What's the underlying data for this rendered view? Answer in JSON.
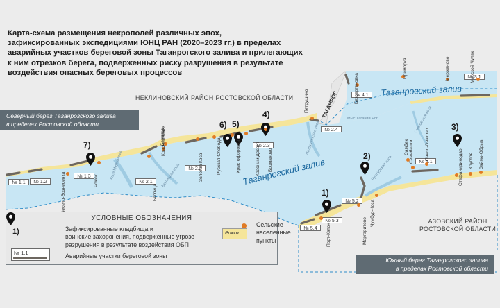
{
  "title_lines": [
    "Карта-схема размещения некрополей различных эпох,",
    "зафиксированных экспедициями ЮНЦ РАН (2020–2023 гг.) в пределах",
    "аварийных участков береговой зоны Таганрогского залива и прилегающих",
    "к ним отрезков берега, подверженных риску разрушения в результате",
    "воздействия опасных береговых процессов"
  ],
  "regions": {
    "north": "НЕКЛИНОВСКИЙ РАЙОН РОСТОВСКОЙ ОБЛАСТИ",
    "south_lines": [
      "АЗОВСКИЙ РАЙОН",
      "РОСТОВСКОЙ ОБЛАСТИ"
    ]
  },
  "shore_boxes": {
    "north_lines": [
      "Северный берег Таганрогского залива",
      "в пределах Ростовской области"
    ],
    "south_lines": [
      "Южный берег Таганрогского залива",
      "в пределах Ростовской области"
    ]
  },
  "bay_labels": {
    "main": "Таганрогский залив",
    "upper": "Таганрогский залив"
  },
  "city": "ТАГАНРОГ",
  "segments": [
    "№ 1.1",
    "№ 1.2",
    "№ 1.3",
    "№ 2.1",
    "№ 2.2",
    "№ 2.3",
    "№ 2.4",
    "№ 3.1",
    "№ 4.1",
    "№ 5.1",
    "№ 5.2",
    "№ 5.3",
    "№ 5.4"
  ],
  "pin_numbers": [
    "1)",
    "2)",
    "3)",
    "4)",
    "5)",
    "6)",
    "7)"
  ],
  "settlements": [
    "Весело-Вознесенка",
    "Рожок",
    "Беглица",
    "Беглица",
    "Красный Маяк",
    "Золотая Коса",
    "Русская Слобода",
    "Христофоровка",
    "Красный Десант",
    "Боцманово",
    "Петрушино",
    "Безсергеновка",
    "Приморка",
    "Мержаново",
    "Морской Чулек",
    "Самбек",
    "Порт-Катон",
    "Маргаритово",
    "Чумбур-Коса",
    "Семибалки",
    "Павло-Очаково",
    "Стефанидинодар",
    "Круглое",
    "Займо-Обрыв"
  ],
  "spits": [
    "Коса Мержанова",
    "Беглицкая коса",
    "Петрушинская коса",
    "Мыс Таганий Рог",
    "Чумбурская коса",
    "Очаковская коса"
  ],
  "legend": {
    "title": "УСЛОВНЫЕ ОБОЗНАЧЕНИЯ",
    "pin_sample": "1)",
    "pin_desc_lines": [
      "Зафиксированные кладбища и",
      "воинские захоронения, подверженные угрозе",
      "разрушения в результате воздействия ОБП"
    ],
    "segment_sample": "№ 1.1",
    "segment_desc": "Аварийные участки береговой зоны",
    "settlement_sample": "Рожок",
    "settlement_desc_lines": [
      "Сельские",
      "населенные",
      "пункты"
    ]
  },
  "colors": {
    "water": "#c8e6f4",
    "land": "#ececec",
    "beach": "#f5e59a",
    "hazard_segment": "#6d6760",
    "settlement_dot": "#e07b25",
    "pin": "#111111",
    "boundary_dash": "#2e8cc7",
    "box_bg": "#5f6b73"
  },
  "icons": [
    "location-pin-icon",
    "settlement-dot-icon"
  ]
}
